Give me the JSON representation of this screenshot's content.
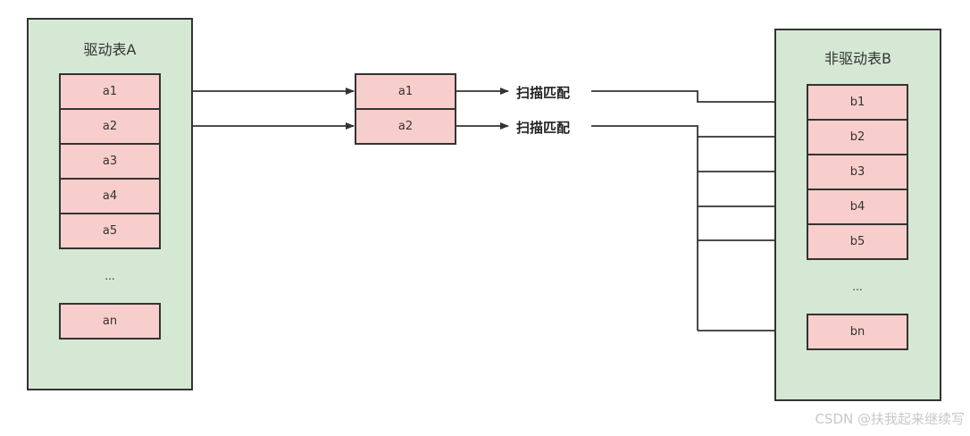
{
  "driving_table": {
    "title": "驱动表A",
    "rows": [
      "a1",
      "a2",
      "a3",
      "a4",
      "a5"
    ],
    "ellipsis": "...",
    "last_row": "an"
  },
  "join_buffer": {
    "rows": [
      "a1",
      "a2"
    ]
  },
  "scan_labels": [
    "扫描匹配",
    "扫描匹配"
  ],
  "driven_table": {
    "title": "非驱动表B",
    "rows": [
      "b1",
      "b2",
      "b3",
      "b4",
      "b5"
    ],
    "ellipsis": "...",
    "last_row": "bn"
  },
  "watermark": "CSDN @扶我起来继续写",
  "colors": {
    "panel_fill": "#d5e8d4",
    "cell_fill": "#f8cecc",
    "stroke": "#333333"
  }
}
